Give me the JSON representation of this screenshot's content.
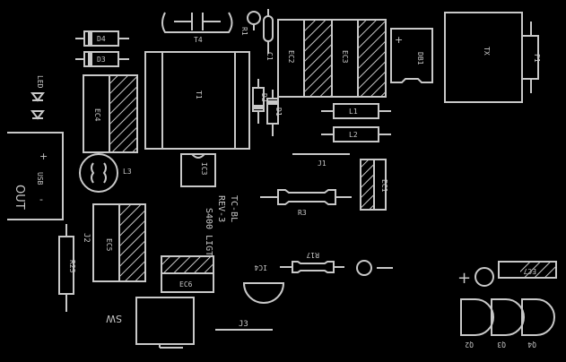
{
  "components": {
    "t4": "T4",
    "r1": "R1",
    "c1": "C1",
    "d4": "D4",
    "d3": "D3",
    "led": "LED",
    "ec4": "EC4",
    "t1": "T1",
    "d2": "D2",
    "d1": "D1",
    "ec2": "EC2",
    "ec3": "EC3",
    "db1": "DB1",
    "tx": "TX",
    "f1": "F1",
    "l1": "L1",
    "l2": "L2",
    "j1": "J1",
    "l3": "L3",
    "ic3": "IC3",
    "usb": "USB",
    "out": "OUT",
    "plus": "+",
    "minus": "-",
    "r3": "R3",
    "ec1": "EC1",
    "j2": "J2",
    "ec5": "EC5",
    "r23": "R23",
    "ec6": "EC6",
    "ic4": "IC4",
    "r17": "R17",
    "ec7": "EC7",
    "q2": "Q2",
    "q3": "Q3",
    "q4": "Q4",
    "sw": "SW",
    "j3": "J3"
  },
  "board_info": {
    "line1": "TC-BL",
    "line2": "REV-3",
    "line3": "S400 LIGT"
  }
}
